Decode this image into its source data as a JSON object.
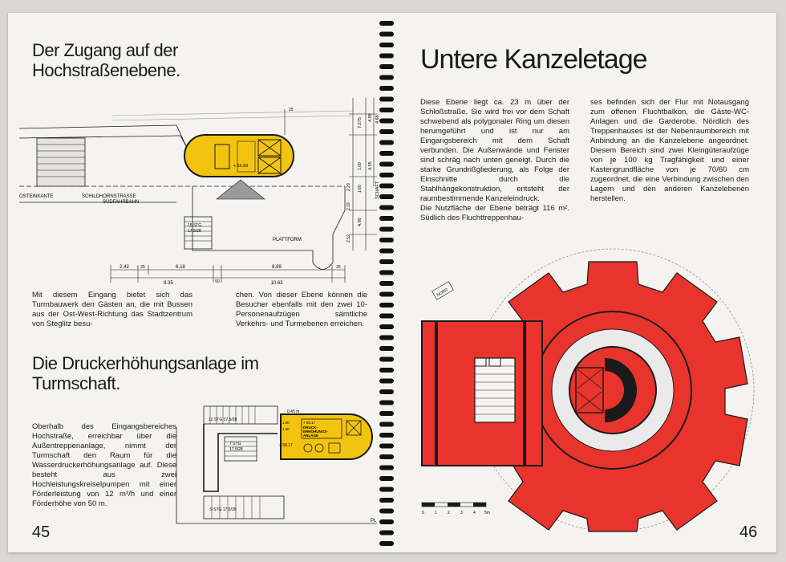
{
  "left_page": {
    "heading_1_line1": "Der Zugang auf der",
    "heading_1_line2": "Hochstraßenebene.",
    "paragraph_1_col1": "Mit diesem Eingang bietet sich das Turmbauwerk den Gästen an, die mit Bussen aus der Ost-West-Richtung das Stadtzentrum von Steglitz besu-",
    "paragraph_1_col2": "chen. Von dieser Ebene können die Besucher ebenfalls mit den zwei 10-Personenaufzügen sämtliche Verkehrs- und Turmebenen erreichen.",
    "heading_2_line1": "Die Druckerhöhungsanlage im",
    "heading_2_line2": "Turmschaft.",
    "paragraph_2": "Oberhalb des Eingangsbereiches Hochstraße, erreichbar über die Außentreppenanlage, nimmt der Turmschaft den Raum für die Wasserdruckerhöhungsanlage auf. Diese besteht aus zwei Hochleistungskreiselpumpen mit einer Förderleistung von 12 m³/h und einer Förderhöhe von 50 m.",
    "page_number": "45",
    "plan1": {
      "label_osteinkante": "OSTEINKANTE",
      "label_street": "SCHILDHORNSTRASSE",
      "label_south": "SÜDFAHRBAHN",
      "label_platform": "PLATTFORM",
      "label_stair": "15 STG",
      "label_stair2": "17,5/28",
      "label_level": "+ 52.83",
      "label_shaft": "SCHAFT",
      "dim_bottom": [
        "2.42",
        "25",
        "6.18",
        "50",
        "8.89",
        "25",
        "8.35",
        "10.63"
      ],
      "dim_side": [
        "4.95",
        "4.68",
        "7.275",
        "4.55",
        "4.90",
        "2.29",
        "2.19",
        "2.52",
        "1.69",
        "1.60"
      ],
      "dim_top": "25"
    },
    "plan2": {
      "label_stair_top": "12 STG 17,5/28",
      "label_stair_mid": "7 STG",
      "label_stair_mid2": "17,5/28",
      "label_stair_bottom": "9 STG 17,5/28",
      "label_level": "+ 58.17",
      "label_level2": "+ 58.17",
      "label_room": "DRUCK-\nERHÖHUNGS-\nANLAGE",
      "label_dim": "0.45 m",
      "label_pl": "PL",
      "label_small": [
        "1.00",
        "1.50"
      ]
    }
  },
  "right_page": {
    "heading": "Untere Kanzeletage",
    "col1_text": "Diese Ebene liegt ca. 23 m über der Schloßstraße. Sie wird frei vor dem Schaft schwebend als polygonaler Ring um diesen herumgeführt und ist nur am Eingangsbereich mit dem Schaft verbunden. Die Außenwände und Fenster sind schräg nach unten geneigt. Durch die starke Grundrißgliederung, als Folge der Einschnitte durch die Stahlhängekonstruktion, entsteht der raumbestimmende Kanzeleindruck.",
    "col1_text2": "Die Nutzfläche der Ebene beträgt 116 m². Südlich des Fluchttreppenhau-",
    "col2_text": "ses befinden sich der Flur mit Notausgang zum offenen Fluchtbalkon, die Gäste-WC-Anlagen und die Garderobe. Nördlich des Treppenhauses ist der Nebenraumbereich mit Anbindung an die Kanzelebene angeordnet. Diesem Bereich sind zwei Kleingüteraufzüge von je 100 kg Tragfähigkeit und einer Kastengrundfläche von je 70/60 cm zugeordnet, die eine Verbindung zwischen den Lagern und den anderen Kanzelebenen herstellen.",
    "scale_ticks": [
      "0",
      "1",
      "2",
      "3",
      "4",
      "5m"
    ],
    "north_label": "NORD",
    "page_number": "46"
  },
  "colors": {
    "paper": "#f4f3ef",
    "plan_yellow": "#f2c40f",
    "plan_red": "#e8342c",
    "ink": "#1a1a1a"
  }
}
